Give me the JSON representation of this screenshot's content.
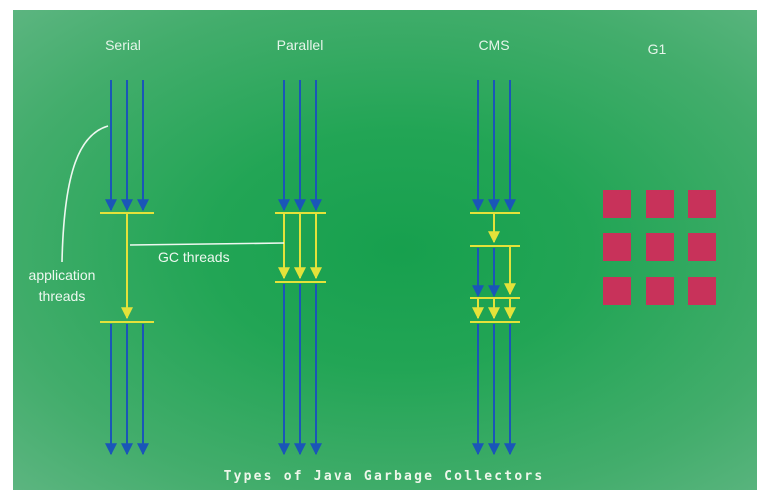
{
  "columns": [
    {
      "id": "serial",
      "label": "Serial"
    },
    {
      "id": "parallel",
      "label": "Parallel"
    },
    {
      "id": "cms",
      "label": "CMS"
    },
    {
      "id": "g1",
      "label": "G1"
    }
  ],
  "annotations": {
    "application_threads_line1": "application",
    "application_threads_line2": "threads",
    "gc_threads": "GC threads"
  },
  "caption": "Types of Java Garbage Collectors",
  "colors": {
    "application_thread": "#1a56b8",
    "gc_thread": "#e4e23a",
    "g1_region": "#c8325a",
    "annotation_line": "#eef8f0"
  }
}
